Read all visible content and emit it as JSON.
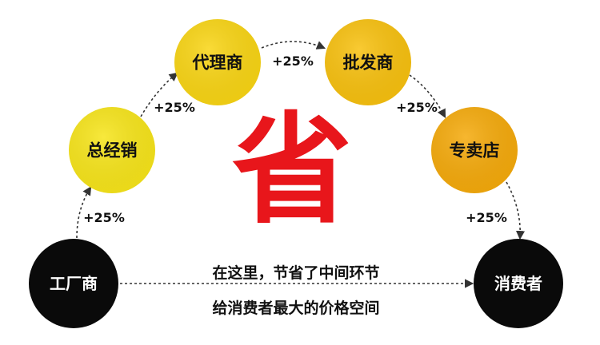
{
  "diagram": {
    "nodes": [
      {
        "id": "factory",
        "label": "工厂商",
        "fill": "#0a0a0a",
        "text_color": "#ffffff"
      },
      {
        "id": "general_distributor",
        "label": "总经销",
        "fill": "#f7e51a",
        "text_color": "#111111"
      },
      {
        "id": "agent",
        "label": "代理商",
        "fill": "#f9d514",
        "text_color": "#111111"
      },
      {
        "id": "wholesaler",
        "label": "批发商",
        "fill": "#f8c10f",
        "text_color": "#111111"
      },
      {
        "id": "specialty_store",
        "label": "专卖店",
        "fill": "#f5aa0b",
        "text_color": "#111111"
      },
      {
        "id": "consumer",
        "label": "消费者",
        "fill": "#0a0a0a",
        "text_color": "#ffffff"
      }
    ],
    "edges": [
      {
        "from": "factory",
        "to": "general_distributor",
        "label": "+25%"
      },
      {
        "from": "general_distributor",
        "to": "agent",
        "label": "+25%"
      },
      {
        "from": "agent",
        "to": "wholesaler",
        "label": "+25%"
      },
      {
        "from": "wholesaler",
        "to": "specialty_store",
        "label": "+25%"
      },
      {
        "from": "specialty_store",
        "to": "consumer",
        "label": "+25%"
      },
      {
        "from": "factory",
        "to": "consumer",
        "label": ""
      }
    ],
    "center_character": "省",
    "center_color": "#e8161b",
    "caption_lines": [
      "在这里，节省了中间环节",
      "给消费者最大的价格空间"
    ]
  }
}
